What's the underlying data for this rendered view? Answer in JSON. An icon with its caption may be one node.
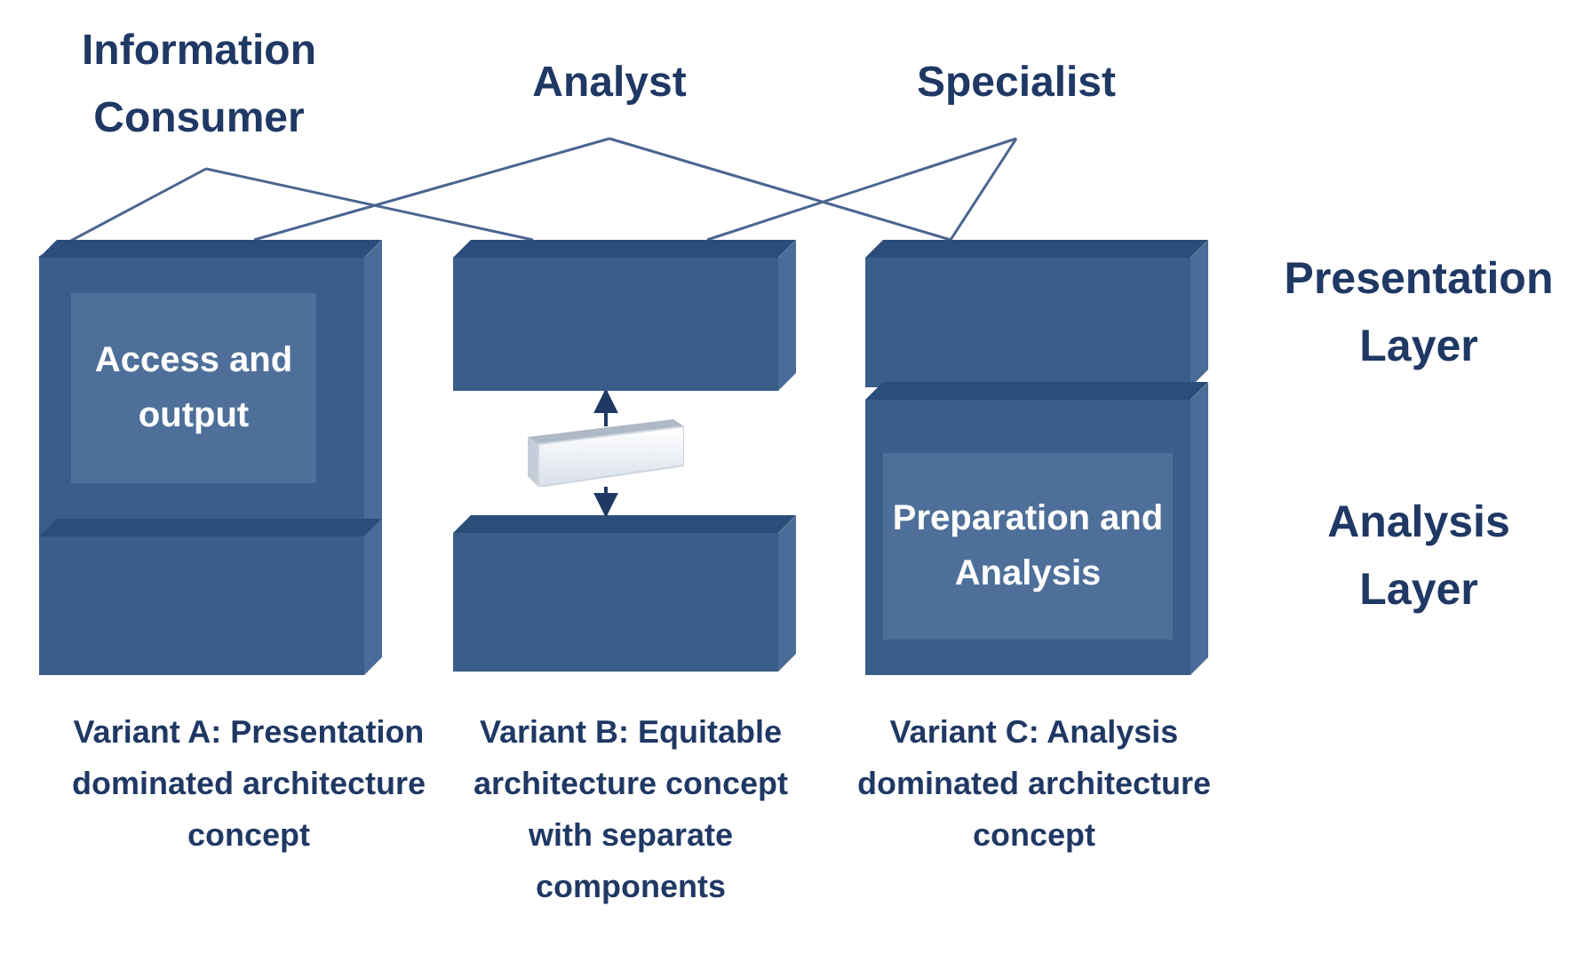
{
  "diagram": {
    "nodes": [
      {
        "text": [
          "Information Consumer"
        ]
      },
      {
        "text": [
          "Analyst"
        ]
      },
      {
        "text": [
          "Specialist"
        ]
      },
      {
        "text": [],
        "shape": "box"
      },
      {
        "text": [
          "Access and output"
        ],
        "in": 3
      },
      {
        "text": [],
        "shape": "box"
      },
      {
        "text": [],
        "shape": "box"
      },
      {
        "text": [],
        "shape": "bar"
      },
      {
        "text": [],
        "shape": "box"
      },
      {
        "text": [],
        "shape": "box"
      },
      {
        "text": [],
        "shape": "box"
      },
      {
        "text": [
          "Preparation and Analysis"
        ],
        "in": 10
      }
    ],
    "edges": [
      {
        "from": 0,
        "to": 3,
        "arrow": "none"
      },
      {
        "from": 0,
        "to": 6,
        "arrow": "none"
      },
      {
        "from": 1,
        "to": 3,
        "arrow": "none"
      },
      {
        "from": 1,
        "to": 9,
        "arrow": "none"
      },
      {
        "from": 2,
        "to": 6,
        "arrow": "none"
      },
      {
        "from": 2,
        "to": 9,
        "arrow": "none"
      },
      {
        "from": 7,
        "to": 6,
        "arrow": "to"
      },
      {
        "from": 7,
        "to": 8,
        "arrow": "to"
      }
    ],
    "labels": [
      "Presentation Layer",
      "Analysis Layer",
      "Variant A: Presentation dominated architecture concept",
      "Variant B: Equitable architecture concept with separate components",
      "Variant C: Analysis dominated architecture concept"
    ]
  }
}
